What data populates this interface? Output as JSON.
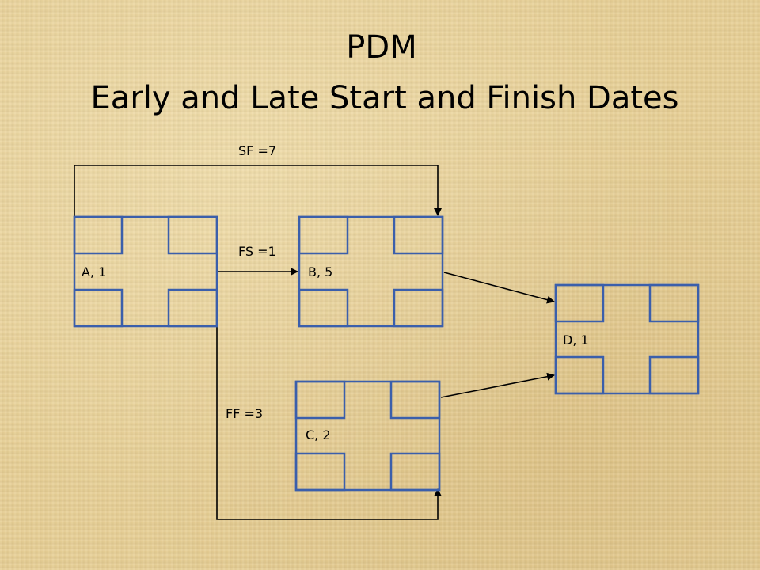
{
  "title": {
    "line1": "PDM",
    "line2": "Early and Late Start and Finish Dates"
  },
  "nodes": [
    {
      "id": "A",
      "label": "A, 1"
    },
    {
      "id": "B",
      "label": "B, 5"
    },
    {
      "id": "C",
      "label": "C, 2"
    },
    {
      "id": "D",
      "label": "D, 1"
    }
  ],
  "links": [
    {
      "from": "A",
      "to": "B",
      "type": "SF",
      "label": "SF =7"
    },
    {
      "from": "A",
      "to": "B",
      "type": "FS",
      "label": "FS =1"
    },
    {
      "from": "A",
      "to": "C",
      "type": "FF",
      "label": "FF =3"
    },
    {
      "from": "B",
      "to": "D",
      "type": "FS",
      "label": ""
    },
    {
      "from": "C",
      "to": "D",
      "type": "FS",
      "label": ""
    }
  ],
  "colors": {
    "box_border": "#3b5fab",
    "connector": "#000000",
    "background": "#e7cf95"
  }
}
